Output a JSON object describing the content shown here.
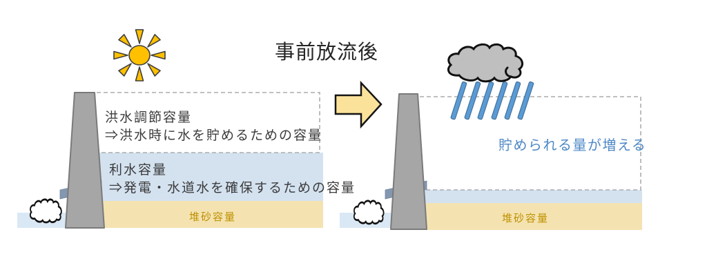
{
  "title": "事前放流後",
  "left_diagram": {
    "flood_label_line1": "洪水調節容量",
    "flood_label_line2": "⇒洪水時に水を貯めるための容量",
    "utility_label_line1": "利水容量",
    "utility_label_line2": "⇒発電・水道水を確保するための容量",
    "sediment_label": "堆砂容量"
  },
  "right_diagram": {
    "increase_label": "貯められる量が増える",
    "sediment_label": "堆砂容量"
  },
  "icons": {
    "sun": "sun-icon",
    "rain_cloud": "rain-cloud-icon",
    "rain": "rain-streaks-icon",
    "arrow": "block-arrow-right-icon",
    "spray": "spray-cloud-icon"
  },
  "colors": {
    "water": "#D4E2F0",
    "tailwater": "#DAE8F5",
    "sediment": "#F4E3B1",
    "sediment_text": "#BF9000",
    "dam_fill": "#A6A6A6",
    "dam_stroke": "#7A7A7A",
    "sun_fill": "#FFC000",
    "arrow_fill": "#FBE29B",
    "cloud_fill": "#BFBFBF",
    "rain_fill": "#5B9BD5",
    "rain_stroke": "#41719C",
    "pipe_fill": "#8497B0",
    "increase_text": "#4E88C6",
    "dash": "#ABABAB"
  }
}
